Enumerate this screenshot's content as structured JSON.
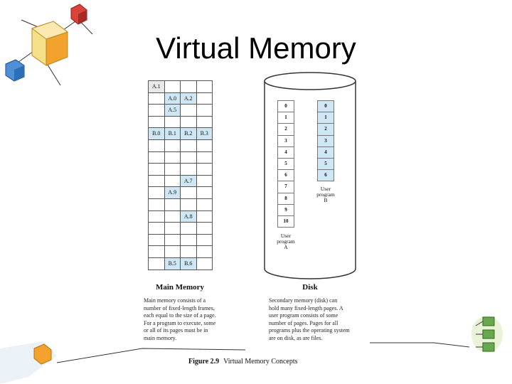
{
  "slide": {
    "title": "Virtual Memory"
  },
  "main_memory": {
    "label": "Main Memory",
    "rows": [
      [
        "A.1",
        "",
        "",
        ""
      ],
      [
        "",
        "A.0",
        "A.2",
        ""
      ],
      [
        "",
        "A.5",
        "",
        ""
      ],
      [
        "",
        "",
        "",
        ""
      ],
      [
        "B.0",
        "B.1",
        "B.2",
        "B.3"
      ],
      [
        "",
        "",
        "",
        ""
      ],
      [
        "",
        "",
        "",
        ""
      ],
      [
        "",
        "",
        "",
        ""
      ],
      [
        "",
        "",
        "A.7",
        ""
      ],
      [
        "",
        "A.9",
        "",
        ""
      ],
      [
        "",
        "",
        "",
        ""
      ],
      [
        "",
        "",
        "A.8",
        ""
      ],
      [
        "",
        "",
        "",
        ""
      ],
      [
        "",
        "",
        "",
        ""
      ],
      [
        "",
        "",
        "",
        ""
      ],
      [
        "",
        "B.5",
        "B.6",
        ""
      ]
    ],
    "description": [
      "Main memory consists of a",
      "number of fixed-length frames,",
      "each equal to the size of a page.",
      "For a program to execute, some",
      "or all of its pages must be in",
      "main memory."
    ]
  },
  "disk": {
    "label": "Disk",
    "program_a_pages": [
      "0",
      "1",
      "2",
      "3",
      "4",
      "5",
      "6",
      "7",
      "8",
      "9",
      "10"
    ],
    "program_a_label": [
      "User",
      "program",
      "A"
    ],
    "program_b_pages": [
      "0",
      "1",
      "2",
      "3",
      "4",
      "5",
      "6"
    ],
    "program_b_label": [
      "User",
      "program",
      "B"
    ],
    "description": [
      "Secondary memory (disk) can",
      "hold many fixed-length pages. A",
      "user program consists of some",
      "number of pages. Pages for all",
      "programs plus the operating system",
      "are on disk, as are files."
    ]
  },
  "figure": {
    "number": "Figure 2.9",
    "caption": "Virtual Memory Concepts"
  },
  "colors": {
    "frame_fill": "#cfe7f5",
    "accent_orange": "#f2a22d",
    "accent_blue": "#2a6fb8",
    "accent_green": "#6aa84f"
  }
}
